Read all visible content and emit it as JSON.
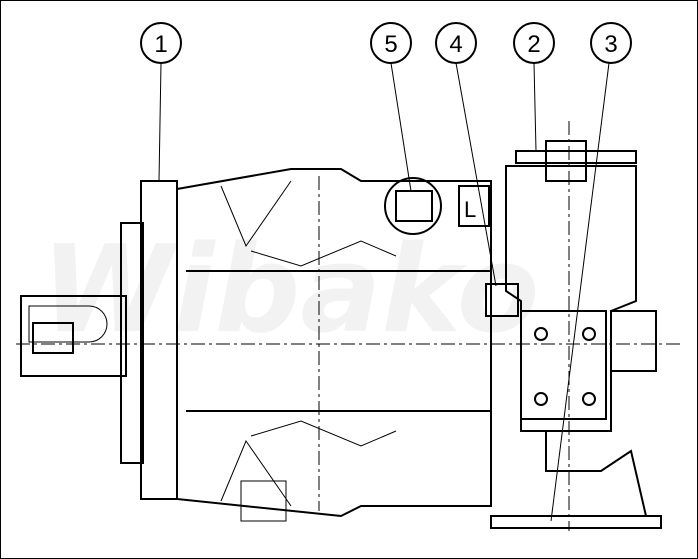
{
  "watermark": "Wibako",
  "callouts": [
    {
      "number": "1"
    },
    {
      "number": "5"
    },
    {
      "number": "4"
    },
    {
      "number": "2"
    },
    {
      "number": "3"
    }
  ],
  "port_label": "L"
}
